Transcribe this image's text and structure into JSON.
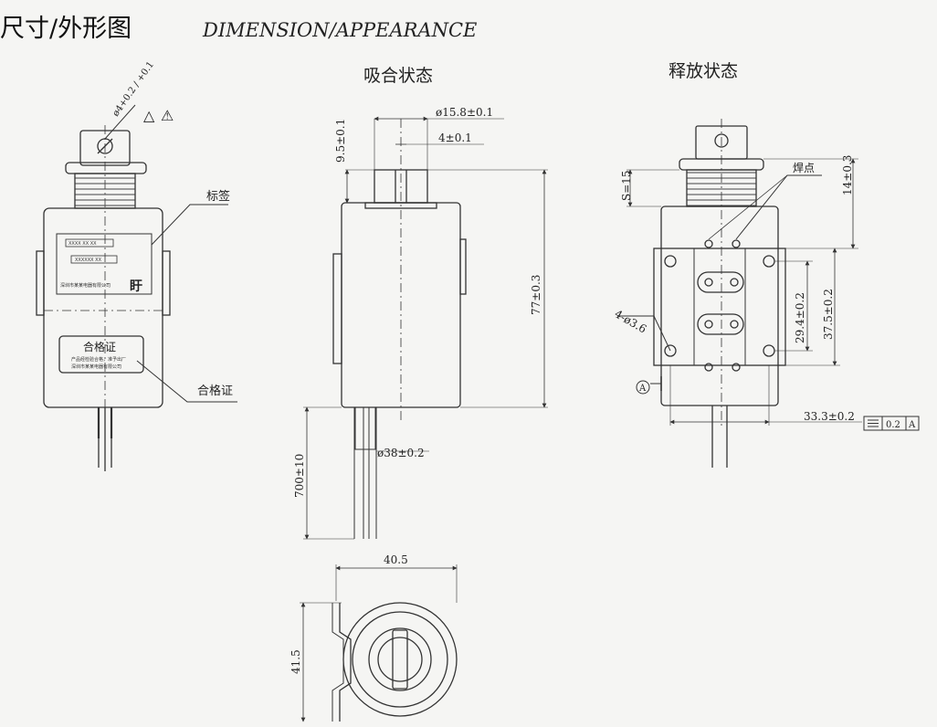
{
  "title": {
    "zh": "尺寸/外形图",
    "en": "DIMENSION/APPEARANCE"
  },
  "views": {
    "attract": {
      "title": "吸合状态"
    },
    "release": {
      "title": "释放状态"
    }
  },
  "front": {
    "label_callout": "标签",
    "cert_callout": "合格证",
    "cert_title": "合格证",
    "cert_line1": "产品经检验合格，准予出厂",
    "cert_line2": "深圳市某某电器有限公司",
    "label_row1": "XXXX XX XX",
    "label_row2": "XXXXXX XX",
    "label_company": "深圳市某某电器有限公司",
    "logo": "盱",
    "top_dim": "ø4+0.2 / +0.1",
    "warn1": "△",
    "warn2": "⚠"
  },
  "side": {
    "d_plunger": "ø15.8±0.1",
    "w_slot": "4±0.1",
    "h_top": "9.5±0.1",
    "h_body": "77±0.3",
    "d_body": "ø38±0.2",
    "lead_len": "700±10"
  },
  "bottom": {
    "width": "40.5",
    "height": "41.5"
  },
  "release": {
    "stroke": "S=15",
    "solder_label": "焊点",
    "h_top": "14±0.3",
    "h_inner": "29.4±0.2",
    "h_outer": "37.5±0.2",
    "holes": "4-ø3.6",
    "width": "33.3±0.2",
    "datum": "A",
    "tol_value": "0.2",
    "tol_datum": "A"
  }
}
